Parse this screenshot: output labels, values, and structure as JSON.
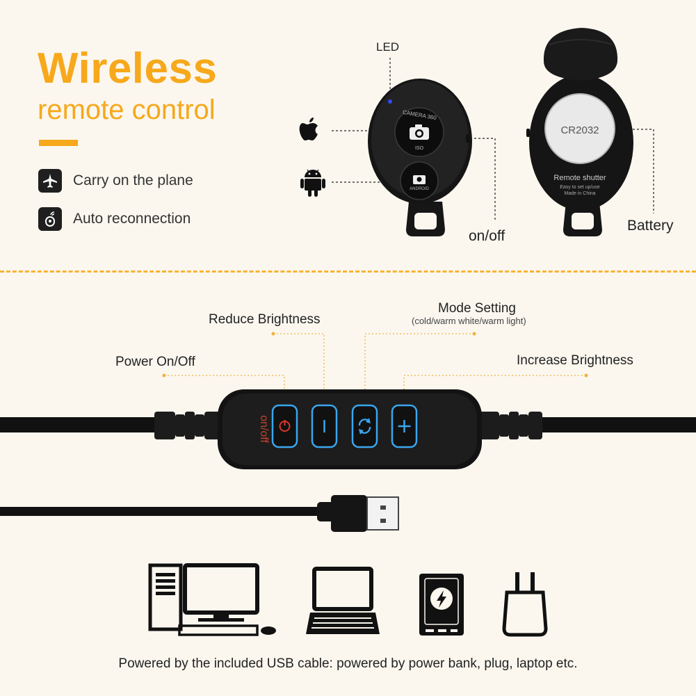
{
  "header": {
    "title": "Wireless",
    "subtitle": "remote control"
  },
  "features": [
    {
      "icon": "airplane-icon",
      "label": "Carry on the plane"
    },
    {
      "icon": "reconnect-icon",
      "label": "Auto reconnection"
    }
  ],
  "remote": {
    "led_label": "LED",
    "onoff_label": "on/off",
    "battery_label": "Battery",
    "top_button_text": "CAMERA 360",
    "iso_text": "ISO",
    "bottom_button_text": "ANDROID",
    "battery_model": "CR2032",
    "back_title": "Remote shutter",
    "back_line1": "Easy to set up/use",
    "back_line2": "Made in China"
  },
  "controller": {
    "power_label": "Power On/Off",
    "reduce_label": "Reduce Brightness",
    "mode_label": "Mode Setting",
    "mode_sub": "(cold/warm white/warm light)",
    "increase_label": "Increase Brightness",
    "printed_text": "on/off"
  },
  "footer": {
    "caption": "Powered by the included USB cable: powered by power bank, plug, laptop etc."
  },
  "colors": {
    "accent": "#f7a81b",
    "button_blue": "#3aa6ee",
    "device_black": "#1b1b1b"
  }
}
